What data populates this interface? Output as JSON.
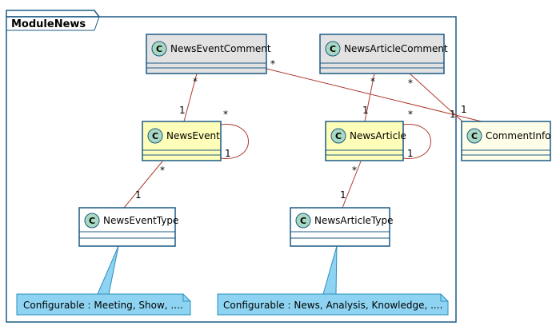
{
  "package": {
    "name": "ModuleNews"
  },
  "classes": {
    "news_event_comment": {
      "name": "NewsEventComment",
      "stereotype": "C",
      "fill": "#e2e2e2"
    },
    "news_article_comment": {
      "name": "NewsArticleComment",
      "stereotype": "C",
      "fill": "#e2e2e2"
    },
    "news_event": {
      "name": "NewsEvent",
      "stereotype": "C",
      "fill": "#fefeb8"
    },
    "news_article": {
      "name": "NewsArticle",
      "stereotype": "C",
      "fill": "#fefeb8"
    },
    "news_event_type": {
      "name": "NewsEventType",
      "stereotype": "C",
      "fill": "#ffffff"
    },
    "news_article_type": {
      "name": "NewsArticleType",
      "stereotype": "C",
      "fill": "#ffffff"
    },
    "comment_info": {
      "name": "CommentInfo",
      "stereotype": "C",
      "fill": "#fefee8"
    }
  },
  "notes": {
    "event_type_note": "Configurable : Meeting, Show, ....",
    "article_type_note": "Configurable : News, Analysis, Knowledge, ...."
  },
  "multiplicities": {
    "event_comment_to_event_src": "*",
    "event_comment_to_event_dst": "1",
    "event_self_star": "*",
    "event_self_one": "1",
    "event_to_type_src": "*",
    "event_to_type_dst": "1",
    "article_comment_to_article_src": "*",
    "article_comment_to_article_dst": "1",
    "article_self_star": "*",
    "article_self_one": "1",
    "article_to_type_src": "*",
    "article_to_type_dst": "1",
    "event_comment_to_info_src": "*",
    "event_comment_to_info_dst": "1",
    "article_comment_to_info_src": "*",
    "article_comment_to_info_dst": "1"
  },
  "colors": {
    "border": "#1c5a85",
    "association": "#b03a2e",
    "circle_fill": "#a9d8c2",
    "note_fill": "#8ed4f2",
    "note_border": "#2b8fbd"
  }
}
